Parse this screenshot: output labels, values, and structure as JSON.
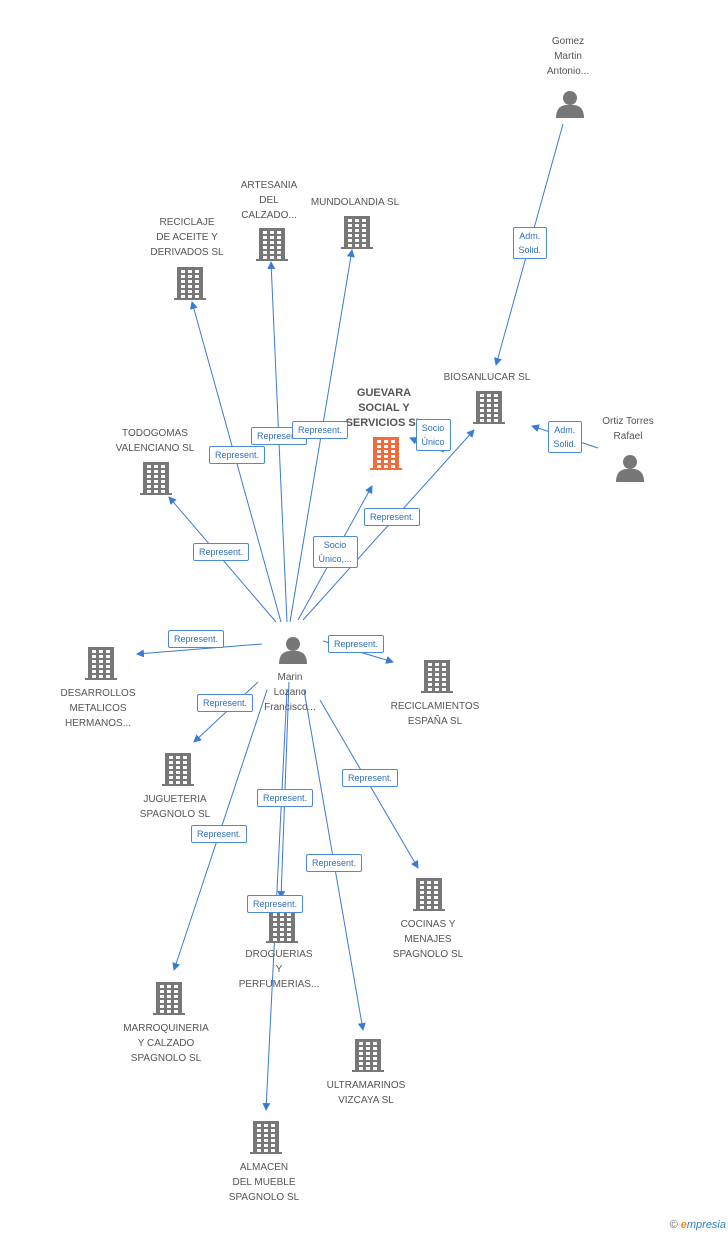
{
  "colors": {
    "edge": "#3a7bd5",
    "node": "#777777",
    "highlight": "#f26b3a",
    "label_border": "#4a8ad8",
    "label_text": "#2f6fbd"
  },
  "nodes": {
    "gomez": {
      "label": "Gomez\nMartin\nAntonio...",
      "icon": "person-icon"
    },
    "biosanlucar": {
      "label": "BIOSANLUCAR SL",
      "icon": "building-icon"
    },
    "ortiz": {
      "label": "Ortiz Torres\nRafael",
      "icon": "person-icon"
    },
    "guevara": {
      "label": "GUEVARA\nSOCIAL Y\nSERVICIOS SL",
      "icon": "building-icon"
    },
    "artesania": {
      "label": "ARTESANIA\nDEL\nCALZADO...",
      "icon": "building-icon"
    },
    "mundolandia": {
      "label": "MUNDOLANDIA SL",
      "icon": "building-icon"
    },
    "reciclaje": {
      "label": "RECICLAJE\nDE ACEITE Y\nDERIVADOS SL",
      "icon": "building-icon"
    },
    "todogomas": {
      "label": "TODOGOMAS\nVALENCIANO SL",
      "icon": "building-icon"
    },
    "marin": {
      "label": "Marin\nLozano\nFrancisco...",
      "icon": "person-icon"
    },
    "desarrollos": {
      "label": "DESARROLLOS\nMETALICOS\nHERMANOS...",
      "icon": "building-icon"
    },
    "reciclamientos": {
      "label": "RECICLAMIENTOS\nESPAÑA SL",
      "icon": "building-icon"
    },
    "jugueteria": {
      "label": "JUGUETERIA\nSPAGNOLO SL",
      "icon": "building-icon"
    },
    "cocinas": {
      "label": "COCINAS Y\nMENAJES\nSPAGNOLO SL",
      "icon": "building-icon"
    },
    "droguerias": {
      "label": "DROGUERIAS\nY\nPERFUMERIAS...",
      "icon": "building-icon"
    },
    "marroquineria": {
      "label": "MARROQUINERIA\nY CALZADO\nSPAGNOLO SL",
      "icon": "building-icon"
    },
    "ultramarinos": {
      "label": "ULTRAMARINOS\nVIZCAYA SL",
      "icon": "building-icon"
    },
    "almacen": {
      "label": "ALMACEN\nDEL MUEBLE\nSPAGNOLO SL",
      "icon": "building-icon"
    }
  },
  "edges": [
    {
      "from": "gomez",
      "to": "biosanlucar",
      "label": "Adm.\nSolid."
    },
    {
      "from": "ortiz",
      "to": "biosanlucar",
      "label": "Adm.\nSolid."
    },
    {
      "from": "marin",
      "to": "biosanlucar",
      "label": "Represent."
    },
    {
      "from": "marin",
      "to": "guevara",
      "label": "Socio\nÚnico,..."
    },
    {
      "from": "biosanlucar",
      "to": "guevara",
      "label": "Socio\nÚnico"
    },
    {
      "from": "marin",
      "to": "artesania",
      "label": "Represent."
    },
    {
      "from": "marin",
      "to": "mundolandia",
      "label": "Represent."
    },
    {
      "from": "marin",
      "to": "reciclaje",
      "label": "Represent."
    },
    {
      "from": "marin",
      "to": "todogomas",
      "label": "Represent."
    },
    {
      "from": "marin",
      "to": "desarrollos",
      "label": "Represent."
    },
    {
      "from": "marin",
      "to": "reciclamientos",
      "label": "Represent."
    },
    {
      "from": "marin",
      "to": "jugueteria",
      "label": "Represent."
    },
    {
      "from": "marin",
      "to": "cocinas",
      "label": "Represent."
    },
    {
      "from": "marin",
      "to": "droguerias",
      "label": "Represent."
    },
    {
      "from": "marin",
      "to": "marroquineria",
      "label": "Represent."
    },
    {
      "from": "marin",
      "to": "ultramarinos",
      "label": "Represent."
    },
    {
      "from": "marin",
      "to": "almacen",
      "label": "Represent."
    }
  ],
  "footer": {
    "copyright": "©",
    "brand_initial": "e",
    "brand_rest": "mpresia"
  }
}
